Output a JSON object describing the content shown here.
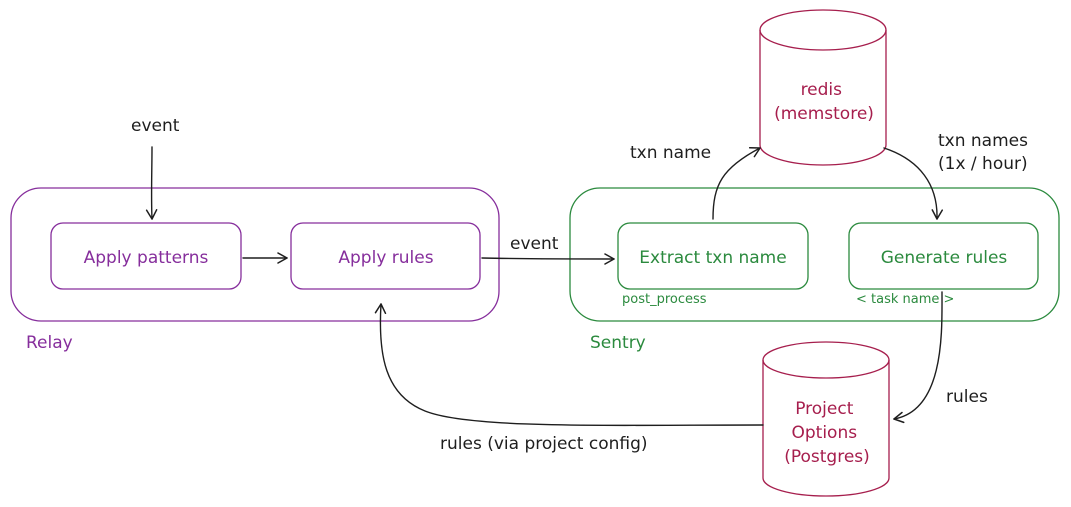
{
  "colors": {
    "relay": "#862e9c",
    "sentry": "#2b8a3e",
    "store": "#a61e4d",
    "ink": "#1e1e1e"
  },
  "groups": {
    "relay": "Relay",
    "sentry": "Sentry"
  },
  "nodes": {
    "apply_patterns": "Apply patterns",
    "apply_rules": "Apply rules",
    "extract_txn_name": "Extract txn name",
    "extract_txn_name_sub": "post_process",
    "generate_rules": "Generate rules",
    "generate_rules_sub": "< task name >"
  },
  "stores": {
    "redis": [
      "redis",
      "(memstore)"
    ],
    "project_options": [
      "Project",
      "Options",
      "(Postgres)"
    ]
  },
  "edges": {
    "incoming_event": "event",
    "relay_to_sentry": "event",
    "to_redis": "txn name",
    "from_redis": [
      "txn names",
      "(1x / hour)"
    ],
    "to_options": "rules",
    "to_relay": "rules (via project config)"
  }
}
